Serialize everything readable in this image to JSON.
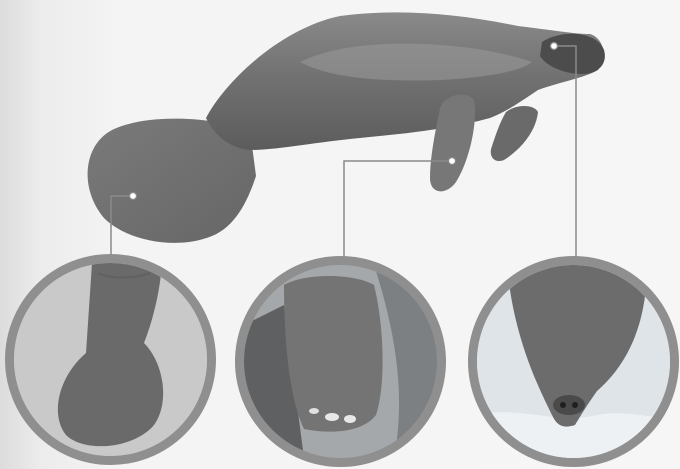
{
  "scene": {
    "subject": "manatee",
    "callouts": [
      {
        "name": "tail",
        "icon": "tail-fluke-closeup"
      },
      {
        "name": "flipper",
        "icon": "flipper-closeup"
      },
      {
        "name": "snout",
        "icon": "snout-closeup"
      }
    ],
    "colors": {
      "background": "#f4f4f4",
      "body": "#6e6e6e",
      "ring": "#8f8f8f",
      "leader": "#8a8a8a"
    }
  }
}
